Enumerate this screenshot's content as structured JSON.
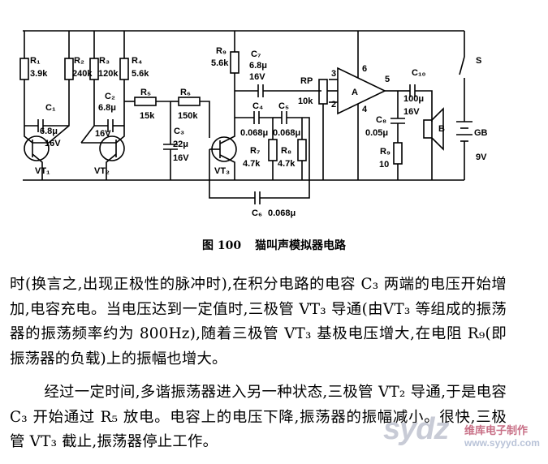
{
  "figure": {
    "caption_number": "图 100",
    "caption_title": "猫叫声模拟器电路",
    "labels": {
      "R1": "R₁",
      "R1v": "3.9k",
      "R2": "R₂",
      "R2v": "240k",
      "R3": "R₃",
      "R3v": "120k",
      "R4": "R₄",
      "R4v": "5.6k",
      "R5": "R₅",
      "R5v": "15k",
      "R6": "R₆",
      "R6v": "150k",
      "R9a": "R₉",
      "R9av": "5.6k",
      "R7": "R₇",
      "R7v": "4.7k",
      "R8": "R₈",
      "R8v": "4.7k",
      "R9b": "R₉",
      "R9bv": "10",
      "C1": "C₁",
      "C1v1": "6.8μ",
      "C1v2": "16V",
      "C2": "C₂",
      "C2v1": "6.8μ",
      "C2v2": "16V",
      "C3": "C₃",
      "C3v1": "22μ",
      "C3v2": "16V",
      "C4": "C₄",
      "C4v": "0.068μ",
      "C5": "C₅",
      "C5v": "0.068μ",
      "C6": "C₆",
      "C6v": "0.068μ",
      "C7": "C₇",
      "C7v1": "6.8μ",
      "C7v2": "16V",
      "C8": "C₈",
      "C8v": "0.05μ",
      "C10": "C₁₀",
      "C10v1": "100μ",
      "C10v2": "16V",
      "VT1": "VT₁",
      "VT2": "VT₂",
      "VT3": "VT₃",
      "RP": "RP",
      "RPv": "10k",
      "A": "A",
      "pin2": "2",
      "pin3": "3",
      "pin4": "4",
      "pin5": "5",
      "pin6": "6",
      "B": "B",
      "S": "S",
      "GB": "GB",
      "GBv": "9V"
    }
  },
  "text": {
    "paragraph1": "时(换言之,出现正极性的脉冲时),在积分电路的电容 C₃ 两端的电压开始增加,电容充电。当电压达到一定值时,三极管 VT₃ 导通(由VT₃ 等组成的振荡器的振荡频率约为 800Hz),随着三极管 VT₃ 基极电压增大,在电阻 R₉(即振荡器的负载)上的振幅也增大。",
    "paragraph2": "经过一定时间,多谐振荡器进入另一种状态,三极管 VT₂ 导通,于是电容 C₃ 开始通过 R₅ 放电。电容上的电压下降,振荡器的振幅减小。很快,三极管 VT₃ 截止,振荡器停止工作。"
  },
  "watermark": {
    "logo": "sydz",
    "brand": "维库电子制作",
    "url": "www.syyyd.com"
  }
}
